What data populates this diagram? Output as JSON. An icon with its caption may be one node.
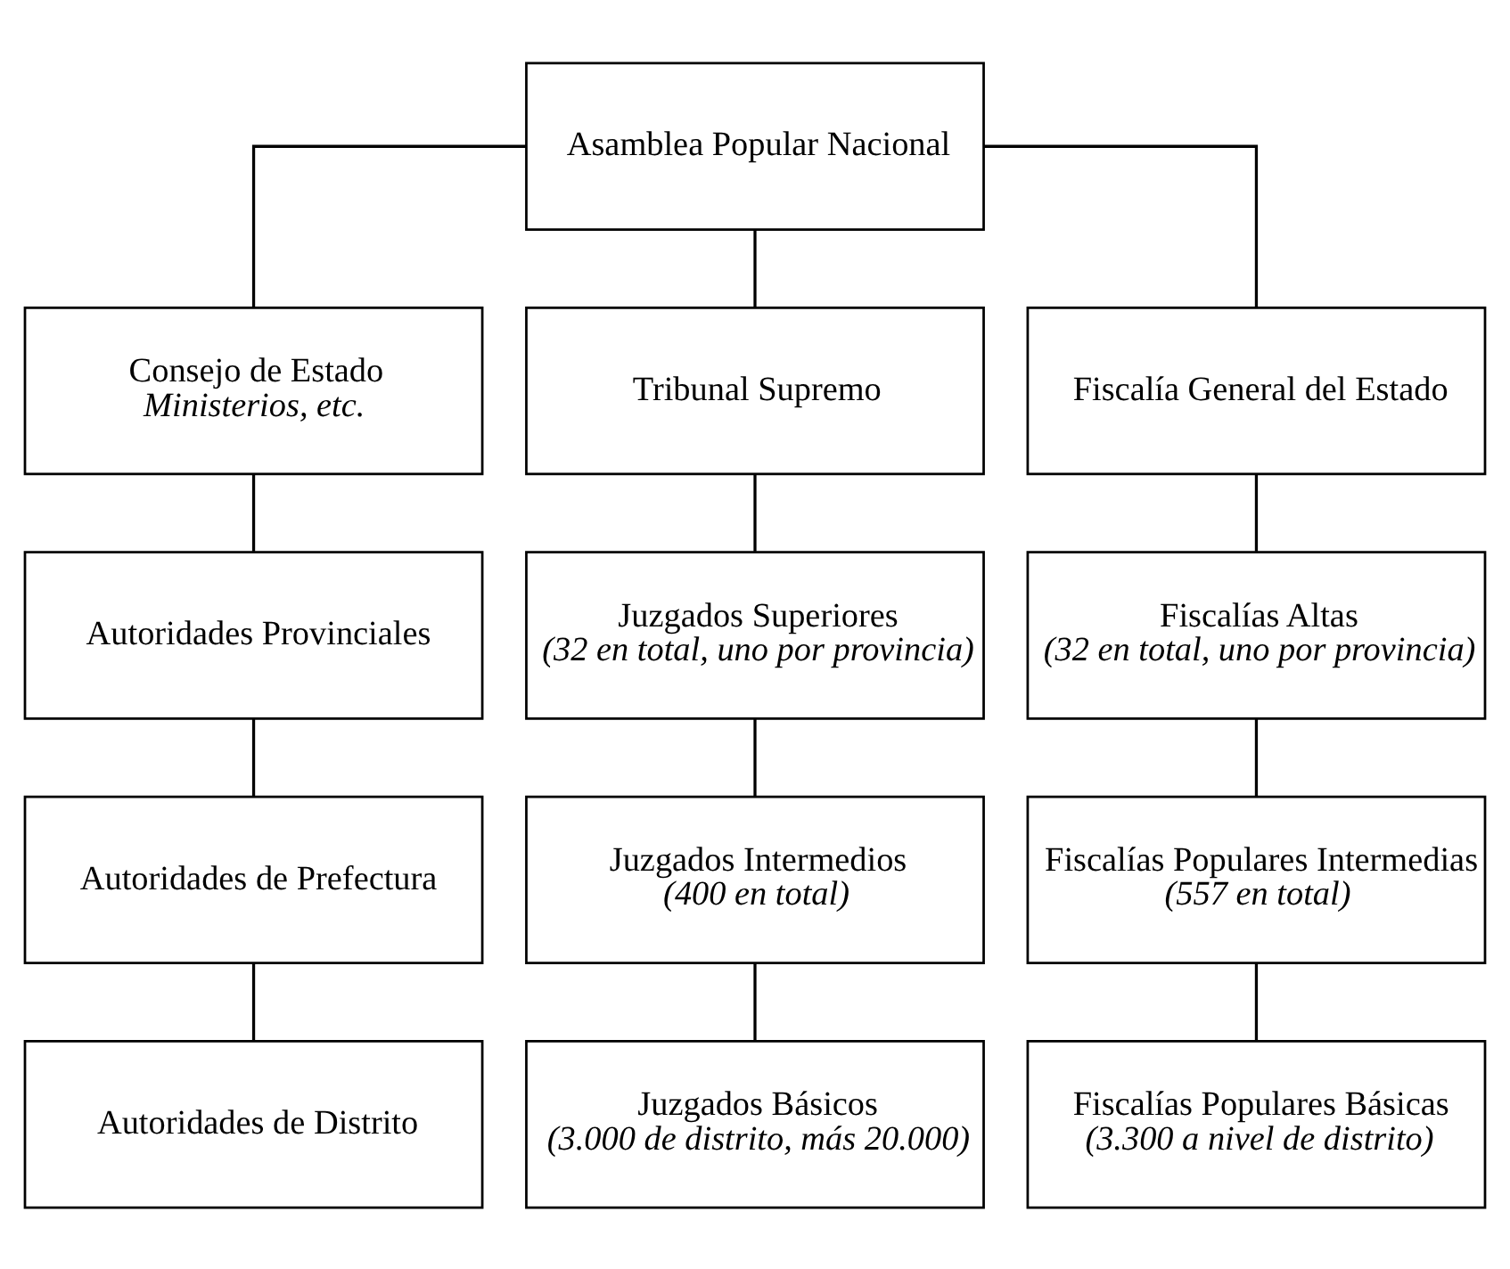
{
  "diagram": {
    "nodes": [
      {
        "text": [
          "Asamblea Popular Nacional"
        ]
      },
      {
        "text": [
          "Consejo de Estado",
          "Ministerios, etc."
        ]
      },
      {
        "text": [
          "Tribunal Supremo"
        ]
      },
      {
        "text": [
          "Fiscalía General del Estado"
        ]
      },
      {
        "text": [
          "Autoridades Provinciales"
        ]
      },
      {
        "text": [
          "Juzgados Superiores",
          "(32 en total, uno por provincia)"
        ]
      },
      {
        "text": [
          "Fiscalías Altas",
          "(32 en total, uno por provincia)"
        ]
      },
      {
        "text": [
          "Autoridades de Prefectura"
        ]
      },
      {
        "text": [
          "Juzgados Intermedios",
          "(400 en total)"
        ]
      },
      {
        "text": [
          "Fiscalías Populares Intermedias",
          "(557 en total)"
        ]
      },
      {
        "text": [
          "Autoridades de Distrito"
        ]
      },
      {
        "text": [
          "Juzgados Básicos",
          "(3.000 de distrito, más 20.000)"
        ]
      },
      {
        "text": [
          "Fiscalías Populares Básicas",
          "(3.300 a nivel de distrito)"
        ]
      }
    ],
    "edges": [
      {
        "from": 0,
        "to": 1,
        "arrow": "none"
      },
      {
        "from": 0,
        "to": 2,
        "arrow": "none"
      },
      {
        "from": 0,
        "to": 3,
        "arrow": "none"
      },
      {
        "from": 1,
        "to": 4,
        "arrow": "none"
      },
      {
        "from": 4,
        "to": 7,
        "arrow": "none"
      },
      {
        "from": 7,
        "to": 10,
        "arrow": "none"
      },
      {
        "from": 2,
        "to": 5,
        "arrow": "none"
      },
      {
        "from": 5,
        "to": 8,
        "arrow": "none"
      },
      {
        "from": 8,
        "to": 11,
        "arrow": "none"
      },
      {
        "from": 3,
        "to": 6,
        "arrow": "none"
      },
      {
        "from": 6,
        "to": 9,
        "arrow": "none"
      },
      {
        "from": 9,
        "to": 12,
        "arrow": "none"
      }
    ]
  }
}
